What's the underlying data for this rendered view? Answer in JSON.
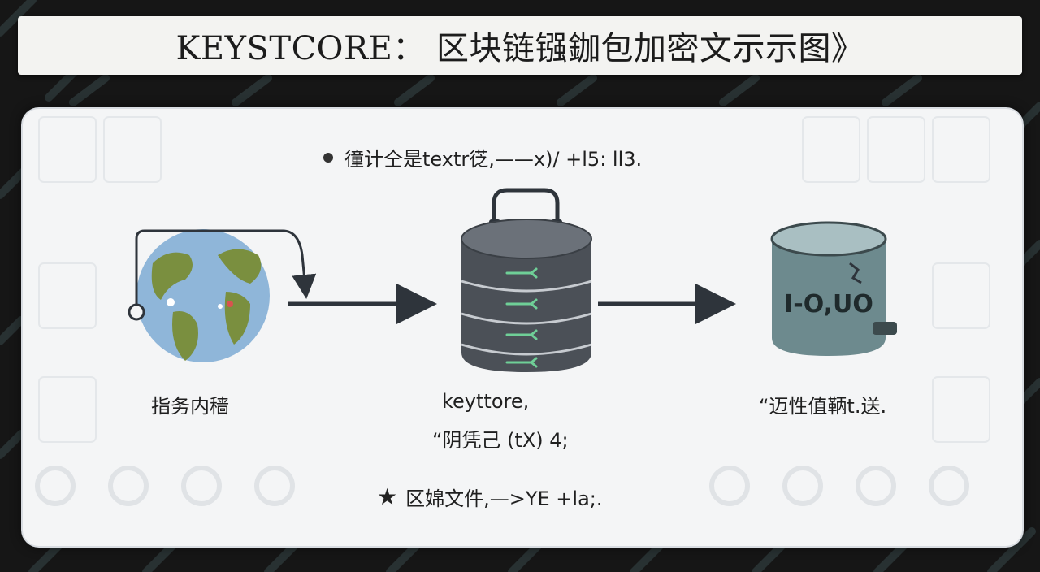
{
  "title": "KEYSTCORE： 区块链镪鉫包加密文示示图》",
  "top_note": "徸计仝是textr徔,——x)/ +l5: ll3.",
  "nodes": [
    {
      "id": "source",
      "label": "指务内穑"
    },
    {
      "id": "keystore",
      "label_line1": "keyttore,",
      "label_line2": "“阴凭己 (tX) 4;"
    },
    {
      "id": "storage",
      "label": "“迈性值鞆t.送.",
      "drum_text": "I-O,UO"
    }
  ],
  "bottom_note": "区婂文件,—>YE +la;.",
  "icons": {
    "source": "globe-icon",
    "keystore": "server-stack-icon",
    "storage": "cylinder-drum-icon",
    "bullet": "bullet-dot-icon",
    "star": "star-icon"
  },
  "colors": {
    "background": "#161616",
    "panel": "#f4f5f6",
    "server_dark": "#4b5057",
    "server_accent": "#6fcf97",
    "ocean": "#8fb6d9",
    "land": "#7a8f3f",
    "drum": "#6d8a8e",
    "arrow": "#2e343b"
  }
}
